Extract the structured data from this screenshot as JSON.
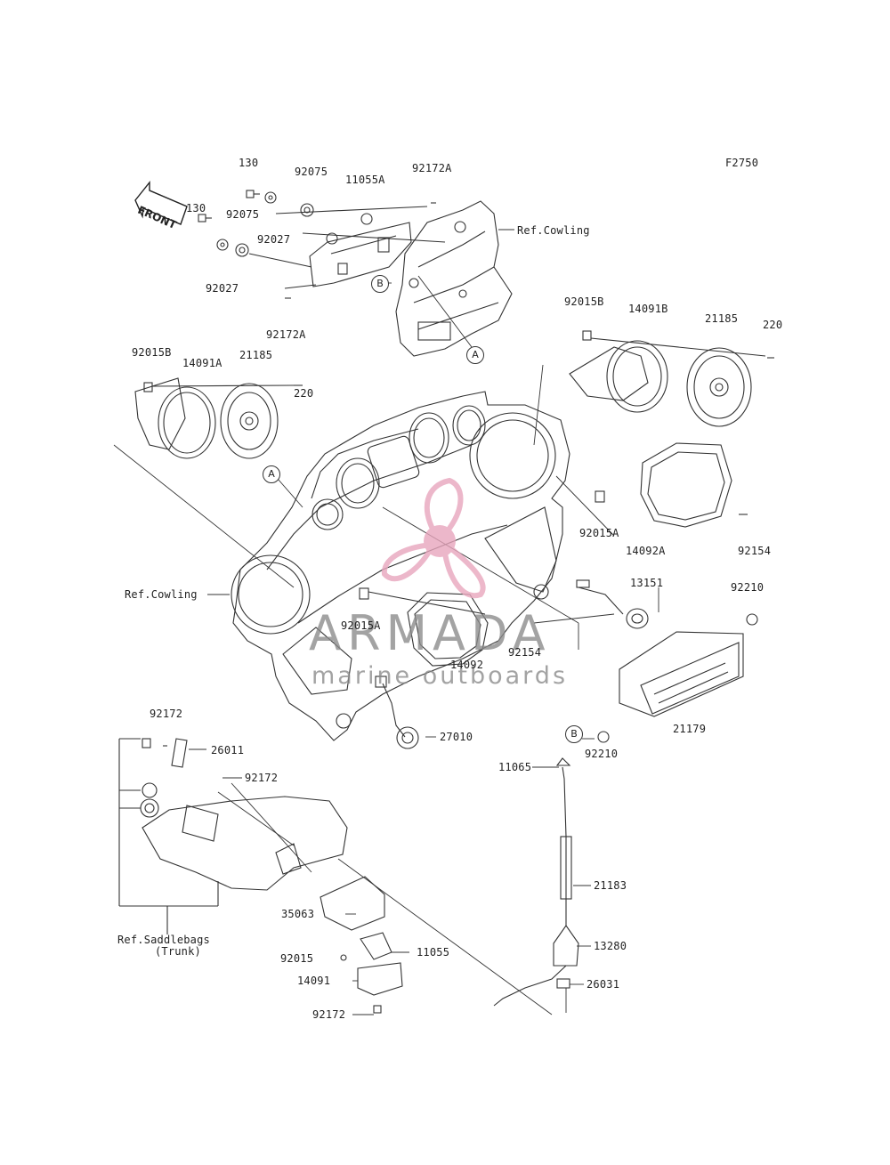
{
  "figure_code": "F2750",
  "front_label": "FRONT",
  "watermark": {
    "title": "ARMADA",
    "subtitle": "marine outboards"
  },
  "parts": {
    "p130_a": "130",
    "p130_b": "130",
    "p92075_a": "92075",
    "p92075_b": "92075",
    "p11055A": "11055A",
    "p92172A_a": "92172A",
    "p92172A_b": "92172A",
    "p92027_a": "92027",
    "p92027_b": "92027",
    "p92015B_l": "92015B",
    "p14091A": "14091A",
    "p21185_l": "21185",
    "p220_l": "220",
    "p92015B_r": "92015B",
    "p14091B": "14091B",
    "p21185_r": "21185",
    "p220_r": "220",
    "p92015A_r": "92015A",
    "p14092A": "14092A",
    "p92154_r": "92154",
    "p13151": "13151",
    "p92210_a": "92210",
    "p92015A_c": "92015A",
    "p92154_c": "92154",
    "p14092": "14092",
    "p21179": "21179",
    "p92210_b": "92210",
    "p27010": "27010",
    "p92172_a": "92172",
    "p26011": "26011",
    "p92172_b": "92172",
    "p11065": "11065",
    "p21183": "21183",
    "p35063": "35063",
    "p13280": "13280",
    "p92015": "92015",
    "p11055": "11055",
    "p14091": "14091",
    "p26031": "26031",
    "p92172_c": "92172"
  },
  "refs": {
    "cowling_top": "Ref.Cowling",
    "cowling_left": "Ref.Cowling",
    "saddlebags_line1": "Ref.Saddlebags",
    "saddlebags_line2": "(Trunk)"
  },
  "markers": {
    "a1": "A",
    "a2": "A",
    "b1": "B",
    "b2": "B"
  },
  "colors": {
    "line": "#333333",
    "watermark_pink": "#e8a6bd",
    "watermark_gray": "#8a8a8a"
  }
}
